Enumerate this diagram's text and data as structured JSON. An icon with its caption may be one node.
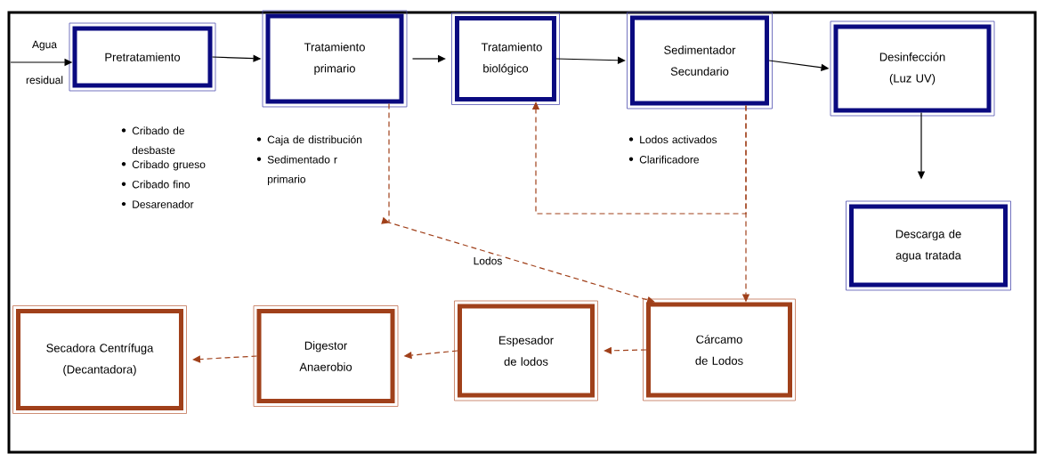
{
  "diagram": {
    "nodes": [
      {
        "text": [
          "Pretratamiento"
        ],
        "beside": [
          "Cribado de desbaste",
          "Cribado grueso",
          "Cribado fino",
          "Desarenador"
        ]
      },
      {
        "text": [
          "Tratamiento primario"
        ],
        "beside": [
          "Caja de distribución",
          "Sedimentado r primario"
        ]
      },
      {
        "text": [
          "Tratamiento biológico"
        ]
      },
      {
        "text": [
          "Sedimentador Secundario"
        ],
        "beside": [
          "Lodos activados",
          "Clarificadore"
        ]
      },
      {
        "text": [
          "Desinfección (Luz UV)"
        ]
      },
      {
        "text": [
          "Descarga de agua tratada"
        ]
      },
      {
        "text": [
          "Cárcamo de Lodos"
        ]
      },
      {
        "text": [
          "Espesador de lodos"
        ]
      },
      {
        "text": [
          "Digestor Anaerobio"
        ]
      },
      {
        "text": [
          "Secadora Centrífuga (Decantadora)"
        ]
      }
    ],
    "edges": [
      {
        "from": null,
        "to": 0,
        "arrow": "to",
        "label": "Agua residual"
      },
      {
        "from": 0,
        "to": 1,
        "arrow": "to"
      },
      {
        "from": 1,
        "to": 2,
        "arrow": "to"
      },
      {
        "from": 2,
        "to": 3,
        "arrow": "to"
      },
      {
        "from": 3,
        "to": 4,
        "arrow": "to"
      },
      {
        "from": 4,
        "to": 5,
        "arrow": "to"
      },
      {
        "from": 1,
        "to": 6,
        "arrow": "to",
        "label": "Lodos",
        "style": "dashed",
        "color": "#a0401a"
      },
      {
        "from": 3,
        "to": 6,
        "arrow": "to",
        "style": "dashed",
        "color": "#a0401a"
      },
      {
        "from": 3,
        "to": 2,
        "arrow": "to",
        "style": "dashed",
        "color": "#a0401a"
      },
      {
        "from": 6,
        "to": 7,
        "arrow": "to",
        "style": "dashed",
        "color": "#a0401a"
      },
      {
        "from": 7,
        "to": 8,
        "arrow": "to",
        "style": "dashed",
        "color": "#a0401a"
      },
      {
        "from": 8,
        "to": 9,
        "arrow": "to",
        "style": "dashed",
        "color": "#a0401a"
      }
    ]
  }
}
